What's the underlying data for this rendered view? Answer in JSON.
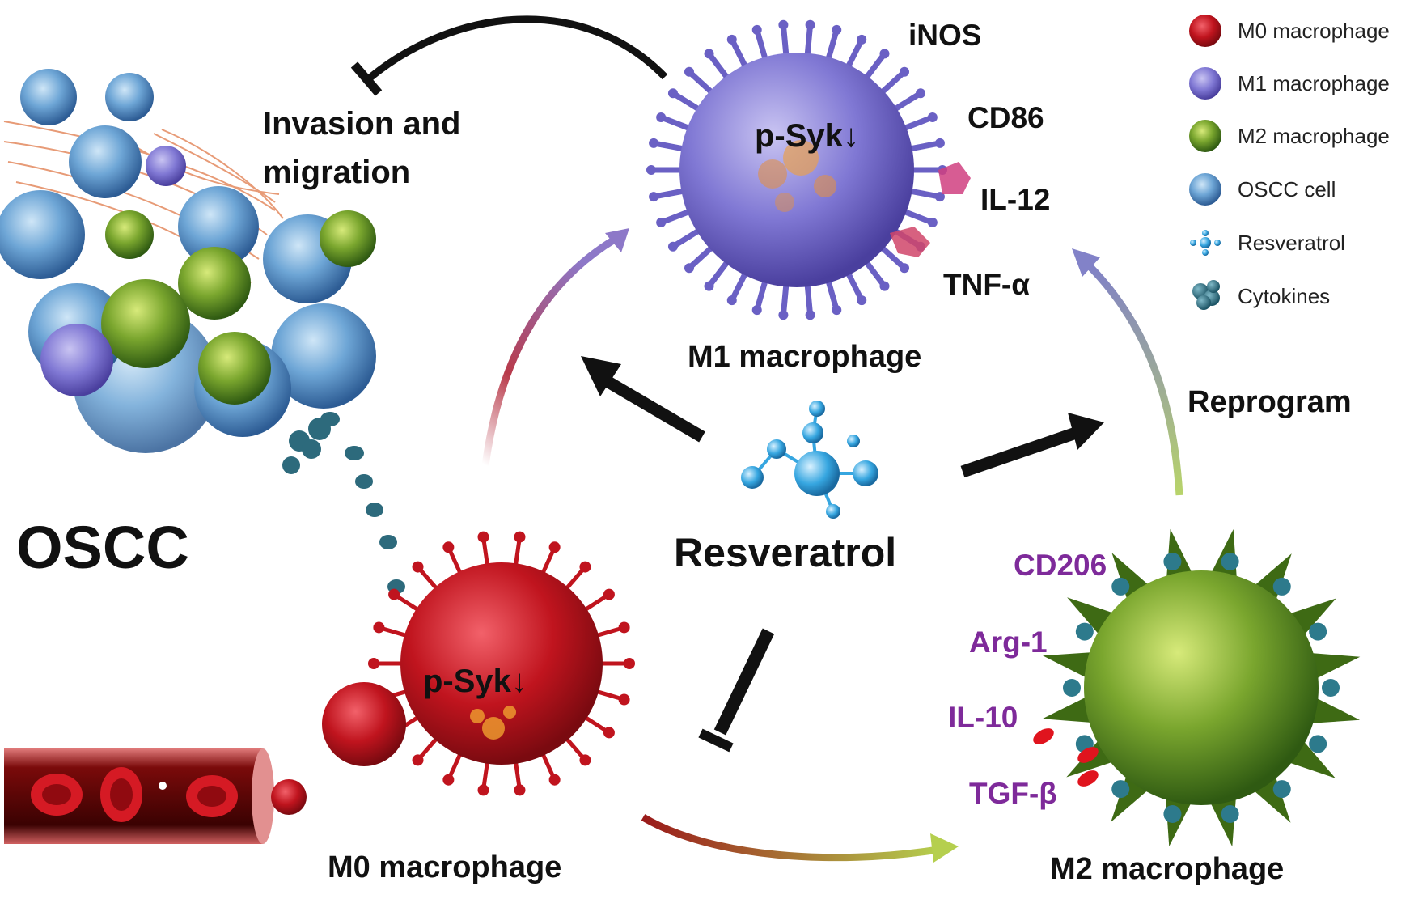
{
  "title_oscc": "OSCC",
  "labels": {
    "invasion_line1": "Invasion and",
    "invasion_line2": "migration",
    "m1_caption": "M1 macrophage",
    "m0_caption": "M0 macrophage",
    "m2_caption": "M2 macrophage",
    "resveratrol": "Resveratrol",
    "reprogram": "Reprogram",
    "psyk_m1": "p-Syk",
    "psyk_m0": "p-Syk",
    "arrow_down_glyph": "↓"
  },
  "m1_markers": [
    "iNOS",
    "CD86",
    "IL-12",
    "TNF-α"
  ],
  "m2_markers": [
    "CD206",
    "Arg-1",
    "IL-10",
    "TGF-β"
  ],
  "legend": [
    {
      "label": "M0 macrophage",
      "icon": "m0-macrophage-icon",
      "color": "#c0141e"
    },
    {
      "label": "M1 macrophage",
      "icon": "m1-macrophage-icon",
      "color": "#8a82d6"
    },
    {
      "label": "M2 macrophage",
      "icon": "m2-macrophage-icon",
      "color": "#5a8a22"
    },
    {
      "label": "OSCC cell",
      "icon": "oscc-cell-icon",
      "color": "#4a86c0"
    },
    {
      "label": "Resveratrol",
      "icon": "resveratrol-icon",
      "color": "#3aa0dc"
    },
    {
      "label": "Cytokines",
      "icon": "cytokines-icon",
      "color": "#2c6a7a"
    }
  ],
  "colors": {
    "m0": "#c0141e",
    "m1": "#7d74d0",
    "m2": "#5d8f25",
    "oscc": "#4f8fcc",
    "resveratrol": "#36a6e0",
    "cytokine": "#2d6a7c",
    "marker_purple": "#7e2a9a"
  }
}
